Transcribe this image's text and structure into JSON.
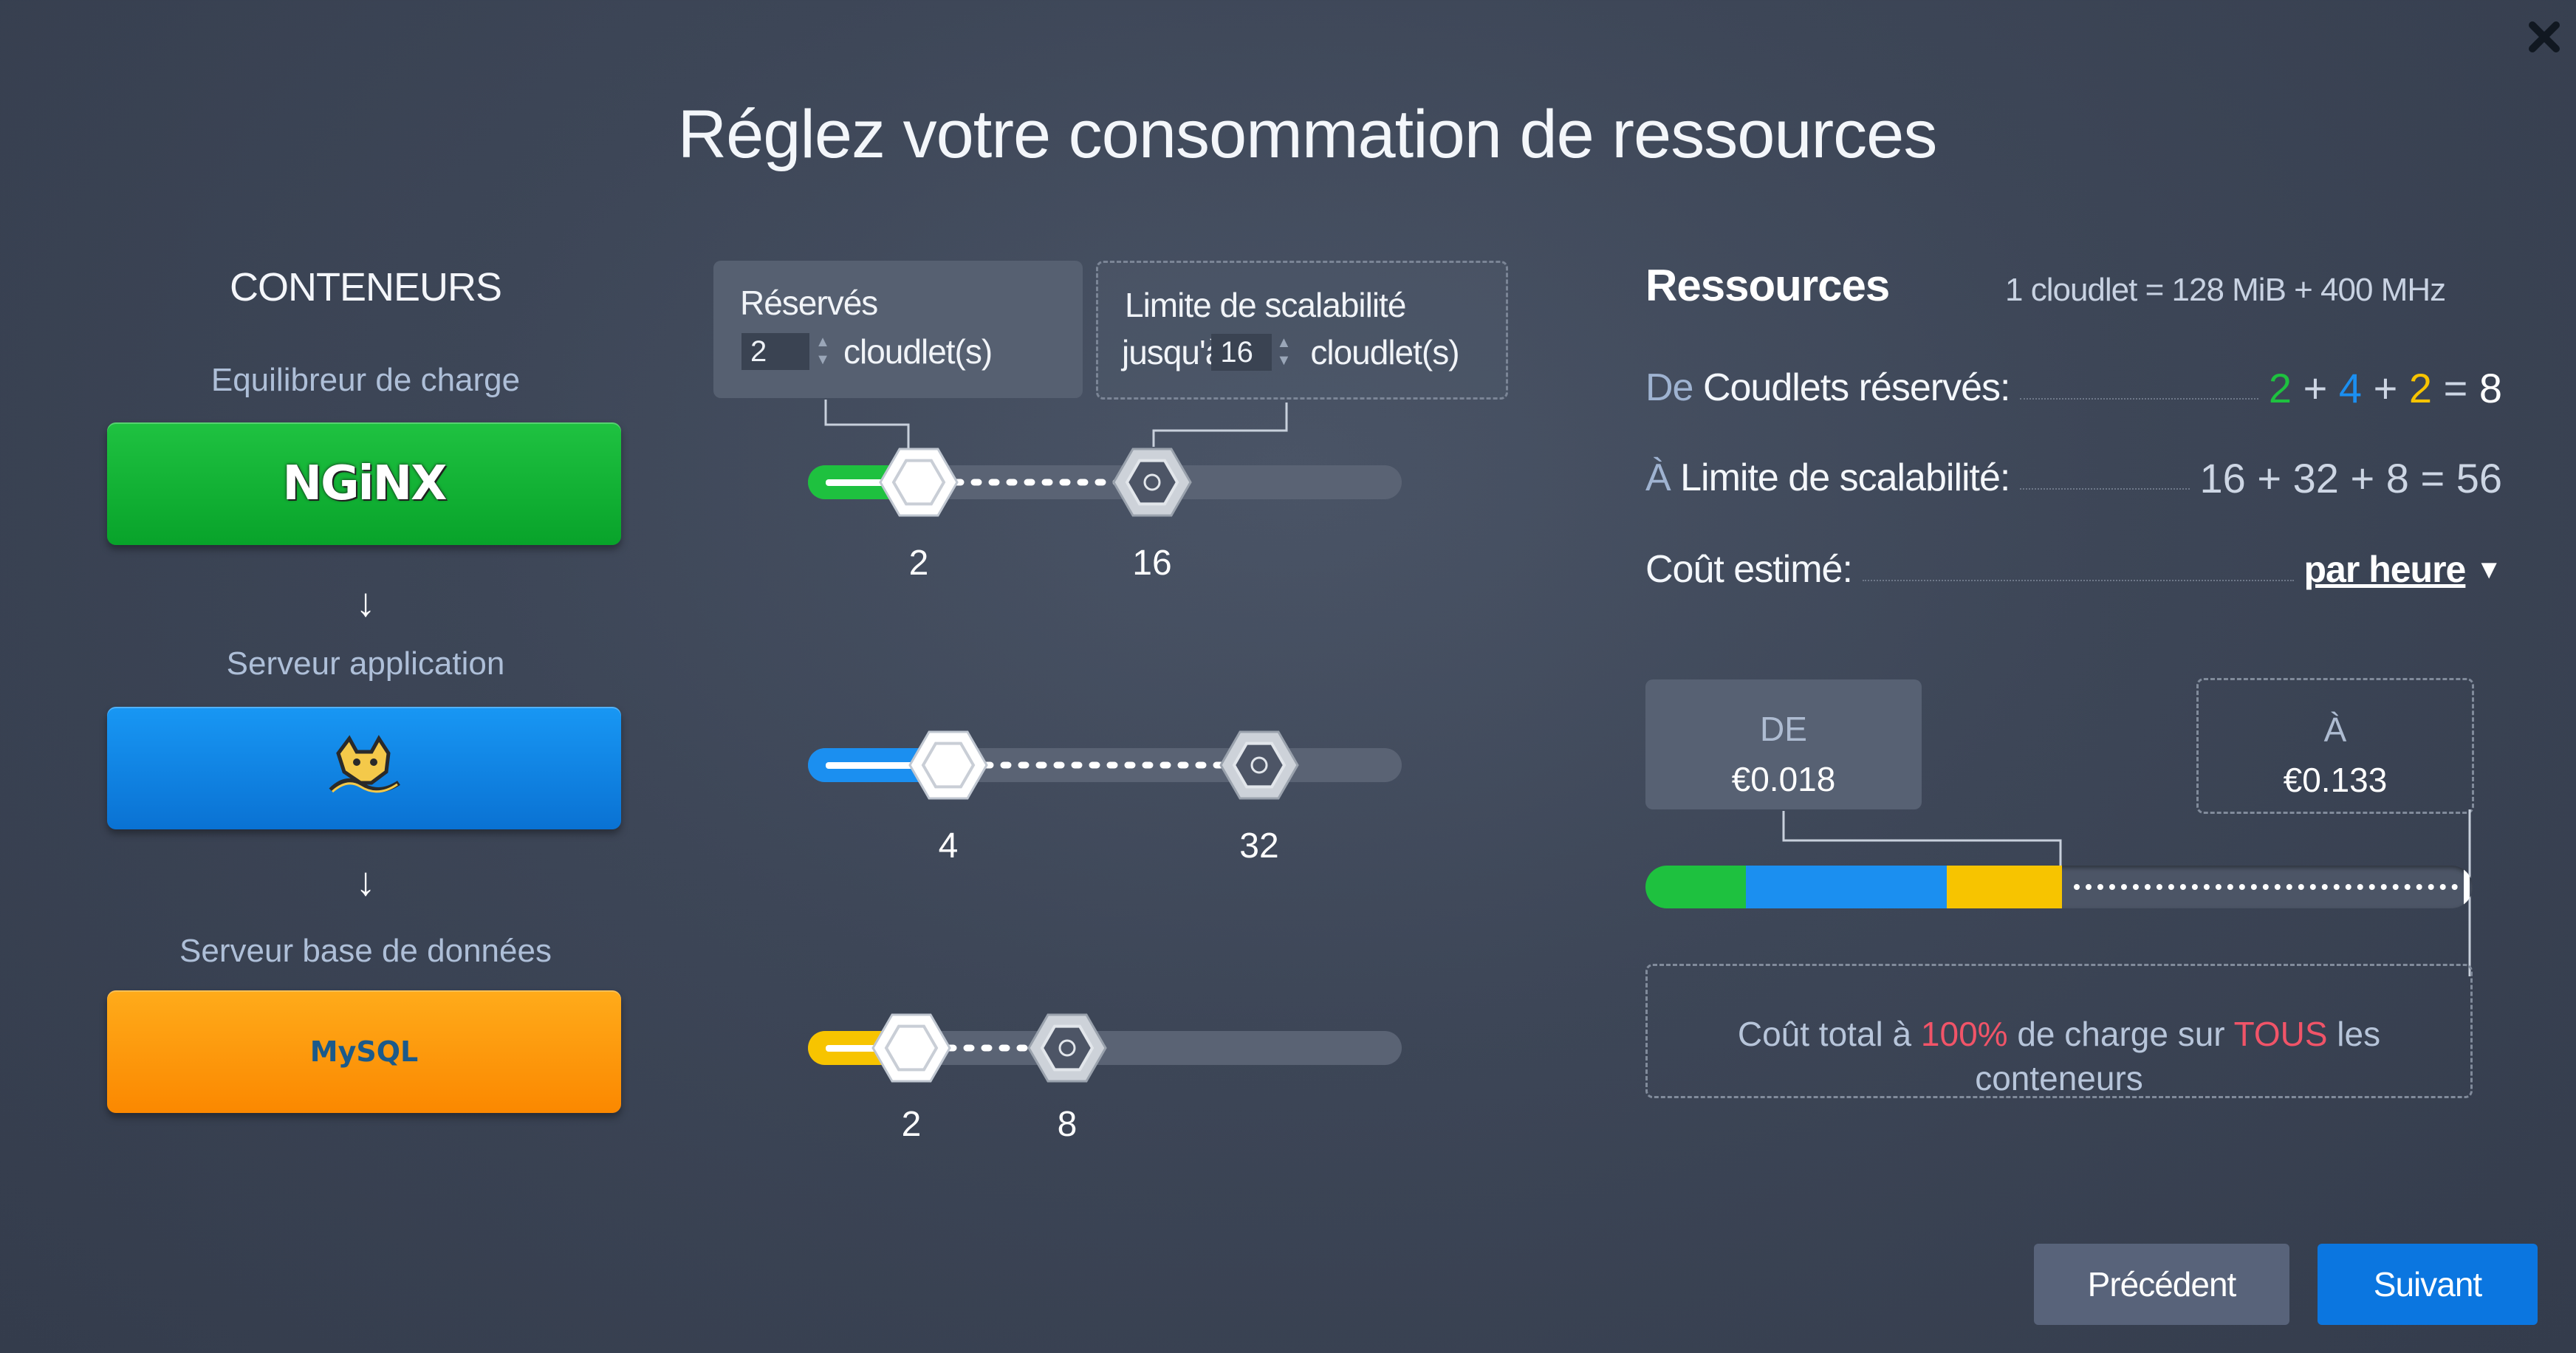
{
  "header": {
    "title": "Réglez votre consommation de ressources"
  },
  "containers": {
    "heading": "CONTENEURS",
    "load_balancer": {
      "label": "Equilibreur de charge",
      "logo_text": "NGiNX"
    },
    "app_server": {
      "label": "Serveur application"
    },
    "db_server": {
      "label": "Serveur base de données",
      "logo_text": "MySQL"
    }
  },
  "reserved_box": {
    "title": "Réservés",
    "value": "2",
    "unit": "cloudlet(s)"
  },
  "limit_box": {
    "title": "Limite de scalabilité",
    "prefix": "jusqu'à",
    "value": "16",
    "unit": "cloudlet(s)"
  },
  "sliders": [
    {
      "name": "nginx",
      "reserved": 2,
      "limit": 16,
      "reserved_label": "2",
      "limit_label": "16",
      "color": "#1ec13f"
    },
    {
      "name": "app",
      "reserved": 4,
      "limit": 32,
      "reserved_label": "4",
      "limit_label": "32",
      "color": "#1b8ff0"
    },
    {
      "name": "db",
      "reserved": 2,
      "limit": 8,
      "reserved_label": "2",
      "limit_label": "8",
      "color": "#f7c400"
    }
  ],
  "resources": {
    "title": "Ressources",
    "note": "1 cloudlet = 128 MiB + 400 MHz",
    "reserved_row": {
      "prefix": "De",
      "label": "Coudlets réservés:",
      "a": "2",
      "b": "4",
      "c": "2",
      "total": "8"
    },
    "limit_row": {
      "prefix": "À",
      "label": "Limite de scalabilité:",
      "formula": "16 + 32 + 8 = 56"
    },
    "cost_row": {
      "label": "Coût estimé:",
      "period": "par heure"
    },
    "colors": {
      "green": "#1ec13f",
      "blue": "#1b8ff0",
      "yellow": "#f7c400"
    }
  },
  "pricing": {
    "from_label": "DE",
    "from_value": "€0.018",
    "to_label": "À",
    "to_value": "€0.133",
    "total_part1": "Coût total à ",
    "total_pct": "100%",
    "total_part2": " de charge sur ",
    "total_all": "TOUS",
    "total_part3": " les conteneurs"
  },
  "buttons": {
    "prev": "Précédent",
    "next": "Suivant"
  }
}
